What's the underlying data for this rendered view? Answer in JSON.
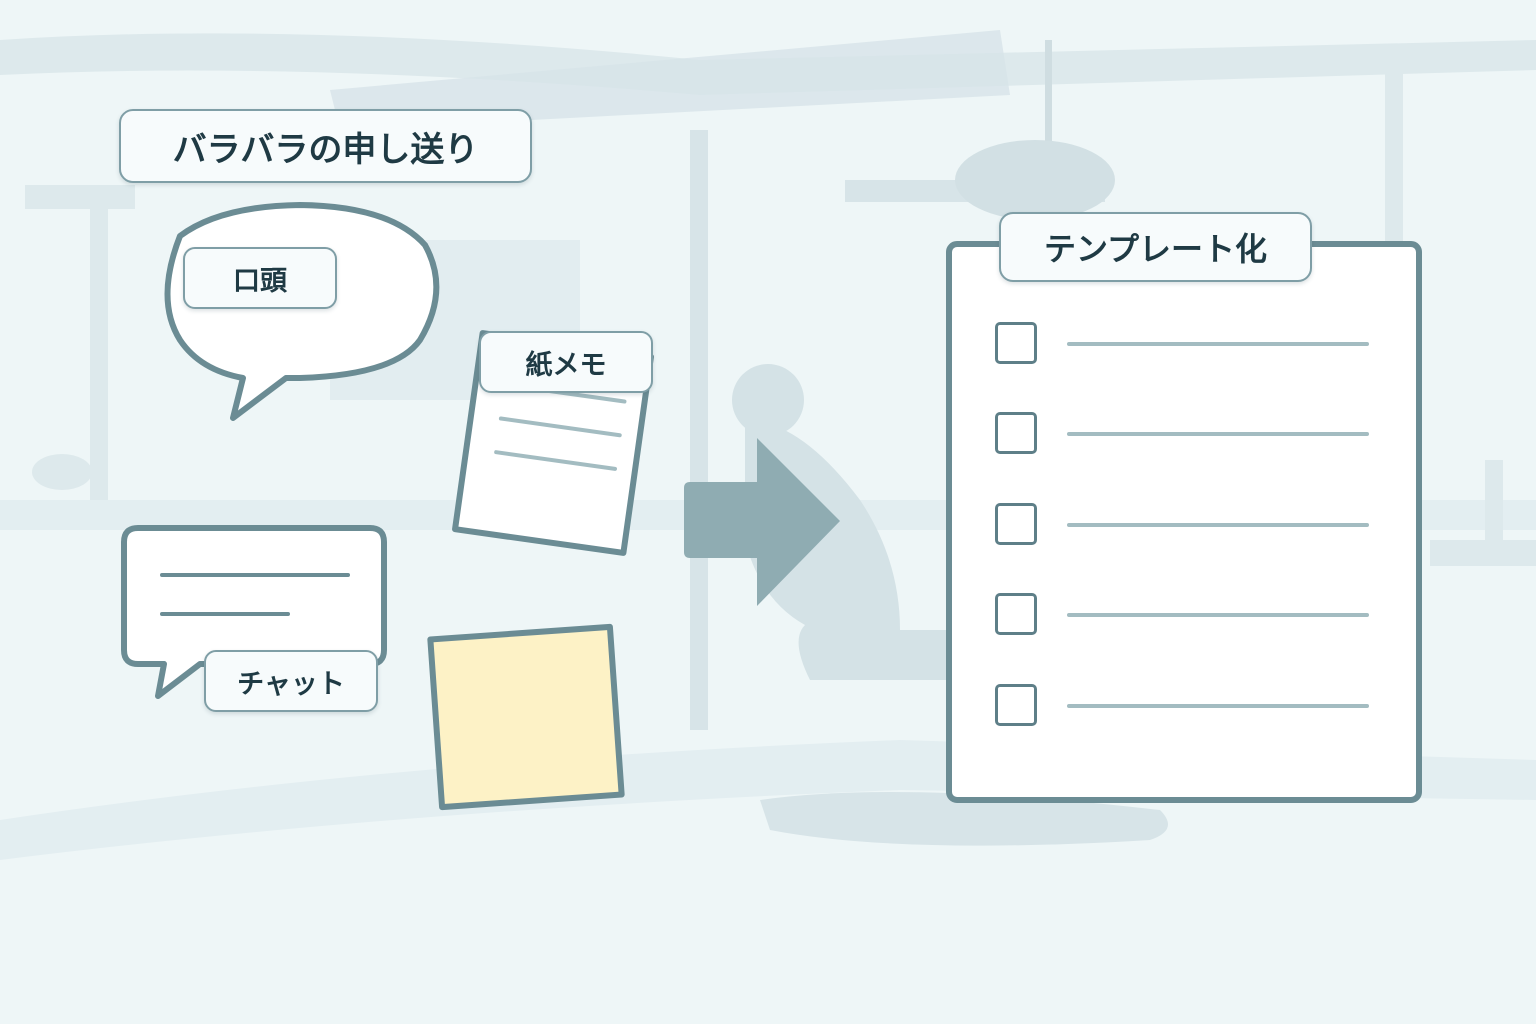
{
  "colors": {
    "background": "#eef6f7",
    "outline": "#6b8c94",
    "arrow": "#8facb2",
    "sticky_note": "#fdf2c6",
    "line": "#a3bcc1"
  },
  "left_group": {
    "title": "バラバラの申し送り",
    "items": [
      {
        "label": "口頭",
        "icon": "speech-bubble-icon"
      },
      {
        "label": "紙メモ",
        "icon": "paper-memo-icon"
      },
      {
        "label": "チャット",
        "icon": "chat-bubble-icon"
      },
      {
        "label": "",
        "icon": "sticky-note-icon"
      }
    ]
  },
  "arrow": {
    "icon": "right-arrow-icon"
  },
  "right_group": {
    "title": "テンプレート化",
    "checklist": [
      {
        "checked": false
      },
      {
        "checked": false
      },
      {
        "checked": false
      },
      {
        "checked": false
      },
      {
        "checked": false
      }
    ]
  }
}
